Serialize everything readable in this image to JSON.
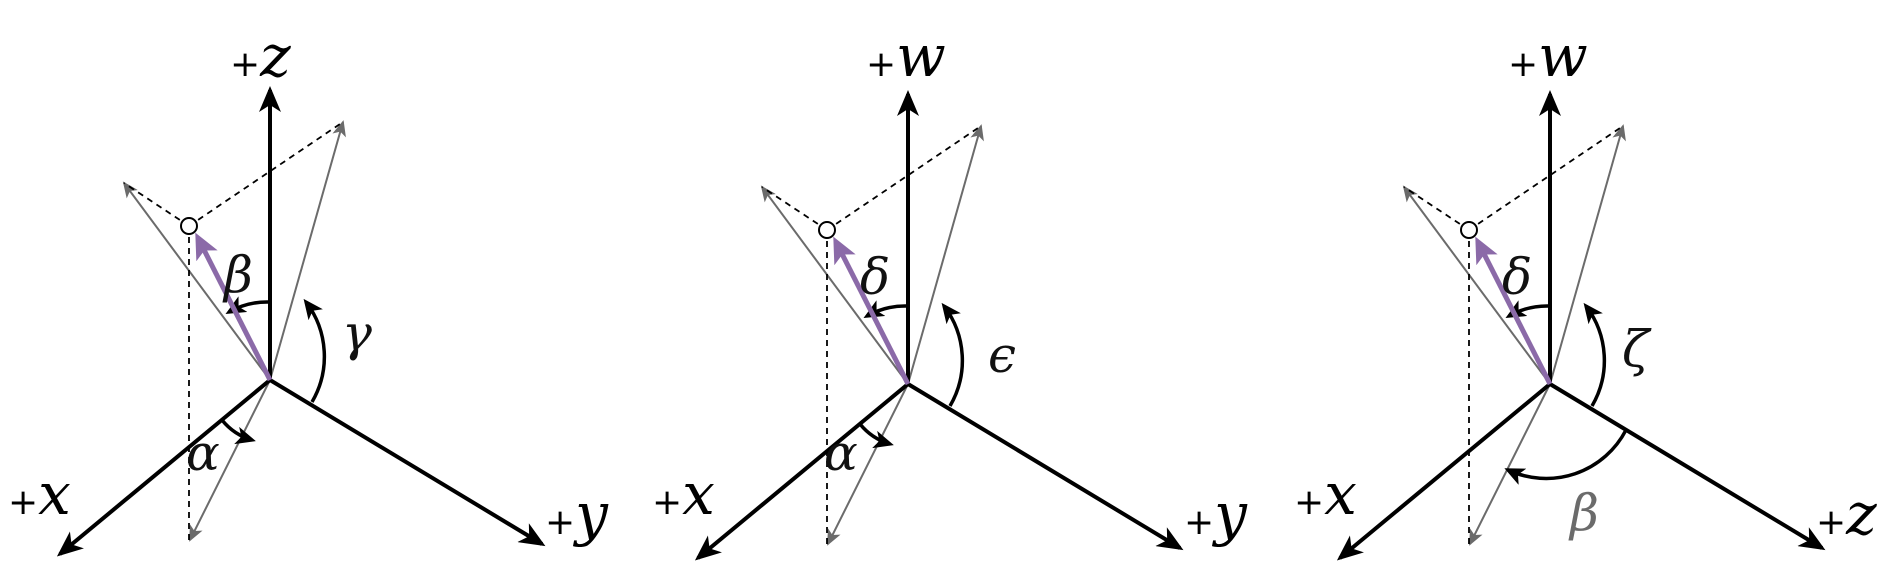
{
  "panels": [
    {
      "axes": {
        "vertical": "z",
        "left": "x",
        "right": "y"
      },
      "angles": {
        "left_upper": "β",
        "right_upper": "γ",
        "bottom": "α"
      }
    },
    {
      "axes": {
        "vertical": "w",
        "left": "x",
        "right": "y"
      },
      "angles": {
        "left_upper": "δ",
        "right_upper": "ϵ",
        "bottom": "α"
      }
    },
    {
      "axes": {
        "vertical": "w",
        "left": "x",
        "right": "z"
      },
      "angles": {
        "left_upper": "δ",
        "right_upper": "ζ",
        "bottom": "β"
      }
    }
  ],
  "plus_sign": "+",
  "colors": {
    "axis": "#000000",
    "projection": "#6b6b6b",
    "vector": "#8b6aa8"
  }
}
